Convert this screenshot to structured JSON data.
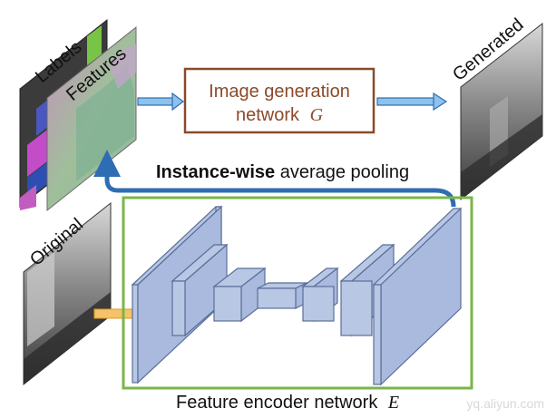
{
  "labels": {
    "labels_map": "Labels",
    "features_map": "Features",
    "generated": "Generated",
    "original": "Original",
    "generator_line1": "Image generation",
    "generator_line2": "network",
    "generator_symbol": "G",
    "pooling_bold": "Instance-wise",
    "pooling_rest": " average pooling",
    "encoder_name": "Feature encoder network",
    "encoder_symbol": "E",
    "watermark": "yq.aliyun.com"
  },
  "colors": {
    "generator_border": "#8b4a2b",
    "encoder_border": "#7ab648",
    "arrow_blue": "#2e6db3",
    "arrow_orange": "#f0a020",
    "block_fill": "#b8c7e3",
    "block_stroke": "#5a6e9a"
  }
}
